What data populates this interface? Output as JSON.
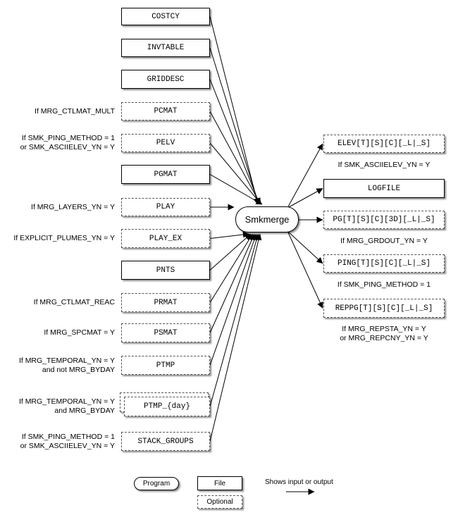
{
  "program": {
    "label": "Smkmerge"
  },
  "inputs": [
    {
      "label": "COSTCY",
      "optional": false,
      "condition": []
    },
    {
      "label": "INVTABLE",
      "optional": false,
      "condition": []
    },
    {
      "label": "GRIDDESC",
      "optional": false,
      "condition": []
    },
    {
      "label": "PCMAT",
      "optional": true,
      "condition": [
        "If MRG_CTLMAT_MULT"
      ]
    },
    {
      "label": "PELV",
      "optional": true,
      "condition": [
        "If SMK_PING_METHOD = 1",
        "or SMK_ASCIIELEV_YN = Y"
      ]
    },
    {
      "label": "PGMAT",
      "optional": false,
      "condition": []
    },
    {
      "label": "PLAY",
      "optional": true,
      "condition": [
        "If MRG_LAYERS_YN = Y"
      ]
    },
    {
      "label": "PLAY_EX",
      "optional": true,
      "condition": [
        "If EXPLICIT_PLUMES_YN = Y"
      ]
    },
    {
      "label": "PNTS",
      "optional": false,
      "condition": []
    },
    {
      "label": "PRMAT",
      "optional": true,
      "condition": [
        "If MRG_CTLMAT_REAC"
      ]
    },
    {
      "label": "PSMAT",
      "optional": true,
      "condition": [
        "If MRG_SPCMAT = Y"
      ]
    },
    {
      "label": "PTMP",
      "optional": true,
      "condition": [
        "If MRG_TEMPORAL_YN = Y",
        "and not MRG_BYDAY"
      ]
    },
    {
      "label": "PTMP_{day}",
      "optional": true,
      "stacked": true,
      "condition": [
        "If MRG_TEMPORAL_YN = Y",
        "and MRG_BYDAY"
      ]
    },
    {
      "label": "STACK_GROUPS",
      "optional": true,
      "condition": [
        "If SMK_PING_METHOD = 1",
        "or SMK_ASCIIELEV_YN = Y"
      ]
    }
  ],
  "outputs": [
    {
      "label": "ELEV[T][S][C][_L|_S]",
      "optional": true,
      "condition": [
        "If SMK_ASCIIELEV_YN = Y"
      ]
    },
    {
      "label": "LOGFILE",
      "optional": false,
      "condition": []
    },
    {
      "label": "PG[T][S][C][3D][_L|_S]",
      "optional": true,
      "condition": [
        "If MRG_GRDOUT_YN = Y"
      ]
    },
    {
      "label": "PING[T][S][C][_L|_S]",
      "optional": true,
      "condition": [
        "If SMK_PING_METHOD = 1"
      ]
    },
    {
      "label": "REPPG[T][S][C][_L|_S]",
      "optional": true,
      "condition": [
        "If MRG_REPSTA_YN = Y",
        "or MRG_REPCNY_YN = Y"
      ]
    }
  ],
  "legend": {
    "program": "Program",
    "file": "File",
    "optional": "Optional",
    "arrow": "Shows input or output"
  }
}
